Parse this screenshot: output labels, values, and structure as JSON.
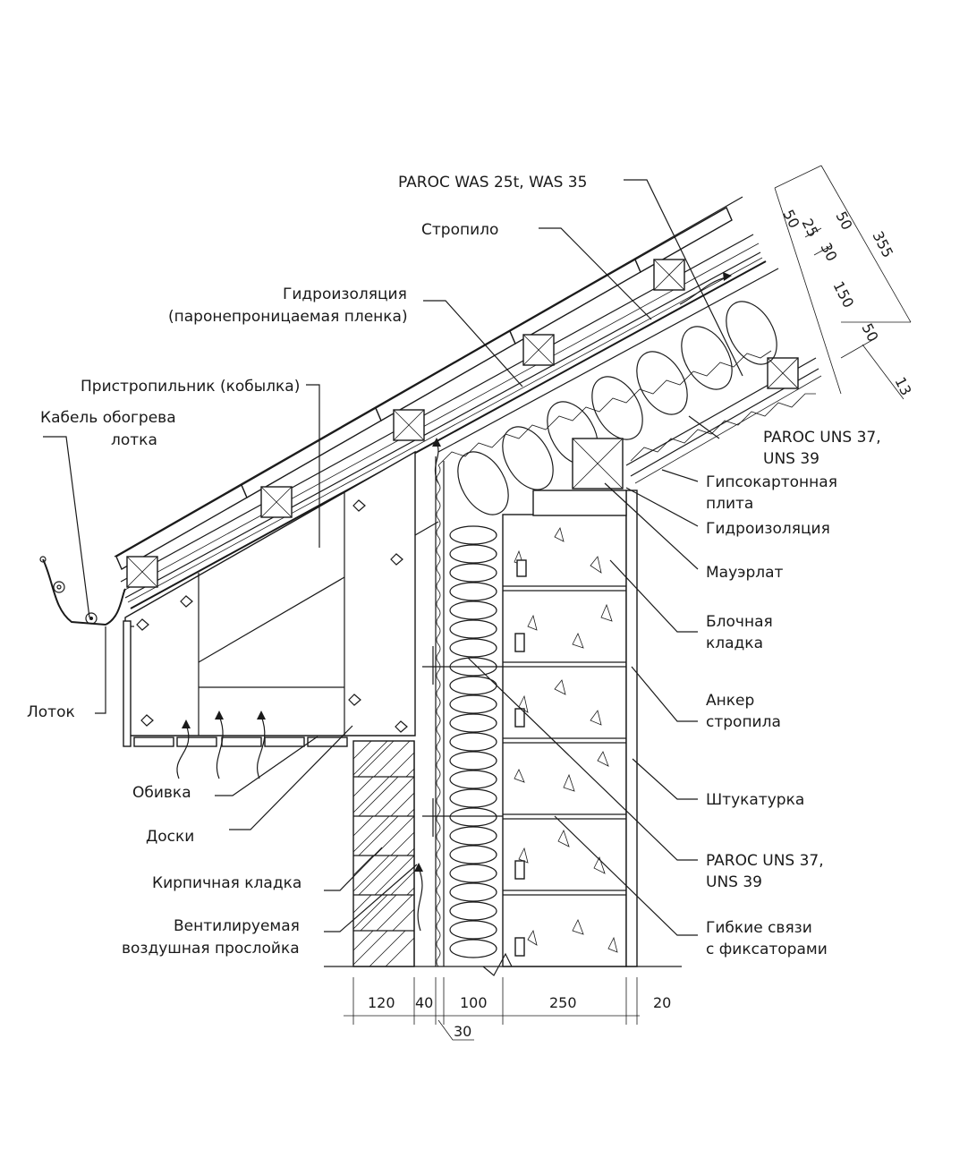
{
  "labels": {
    "paroc_was": "PAROC WAS 25t, WAS 35",
    "rafter": "Стропило",
    "waterproof_film_1": "Гидроизоляция",
    "waterproof_film_2": "(паронепроницаемая пленка)",
    "rafter_extension": "Пристропильник (кобылка)",
    "heating_cable_1": "Кабель обогрева",
    "heating_cable_2": "лотка",
    "gutter": "Лоток",
    "paroc_uns_roof_1": "PAROC UNS 37,",
    "paroc_uns_roof_2": "UNS 39",
    "gypsum_board_1": "Гипсокартонная",
    "gypsum_board_2": "плита",
    "waterproofing": "Гидроизоляция",
    "wall_plate": "Мауэрлат",
    "block_masonry_1": "Блочная",
    "block_masonry_2": "кладка",
    "rafter_anchor_1": "Анкер",
    "rafter_anchor_2": "стропила",
    "plaster": "Штукатурка",
    "paroc_uns_wall_1": "PAROC UNS 37,",
    "paroc_uns_wall_2": "UNS 39",
    "flexible_ties_1": "Гибкие связи",
    "flexible_ties_2": "с фиксаторами",
    "cladding": "Обивка",
    "boards": "Доски",
    "brick_masonry": "Кирпичная кладка",
    "ventilated_gap_1": "Вентилируемая",
    "ventilated_gap_2": "воздушная прослойка"
  },
  "dimensions": {
    "wall": [
      "120",
      "40",
      "100",
      "250",
      "20"
    ],
    "wall_sub": "30",
    "roof": [
      "50",
      "25",
      "30",
      "150",
      "50",
      "13"
    ],
    "roof_pair": "50",
    "roof_total": "355"
  }
}
